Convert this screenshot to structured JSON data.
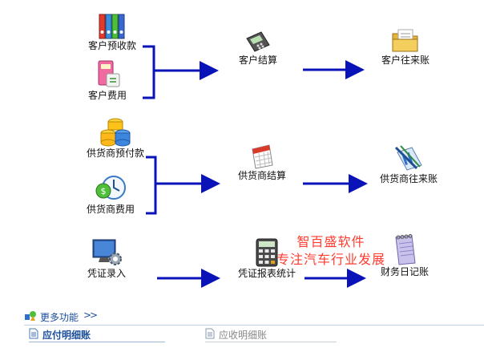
{
  "nodes": {
    "customer_prepayment": "客户预收款",
    "customer_fees": "客户费用",
    "customer_settlement": "客户结算",
    "customer_ledger": "客户往来账",
    "supplier_prepayment": "供货商预付款",
    "supplier_fees": "供货商费用",
    "supplier_settlement": "供货商结算",
    "supplier_ledger": "供货商往来账",
    "voucher_entry": "凭证录入",
    "voucher_reports": "凭证报表统计",
    "finance_journal": "财务日记账"
  },
  "watermark": {
    "line1": "智百盛软件",
    "line2": "专注汽车行业发展"
  },
  "more_functions": {
    "label": "更多功能",
    "arrows": ">>"
  },
  "links": {
    "payable_detail": "应付明细账",
    "receivable_detail": "应收明细账"
  },
  "colors": {
    "flow_arrow": "#0a13b8",
    "watermark": "#ff3b30",
    "link_blue": "#1b4f9c",
    "link_gray": "#888888"
  }
}
